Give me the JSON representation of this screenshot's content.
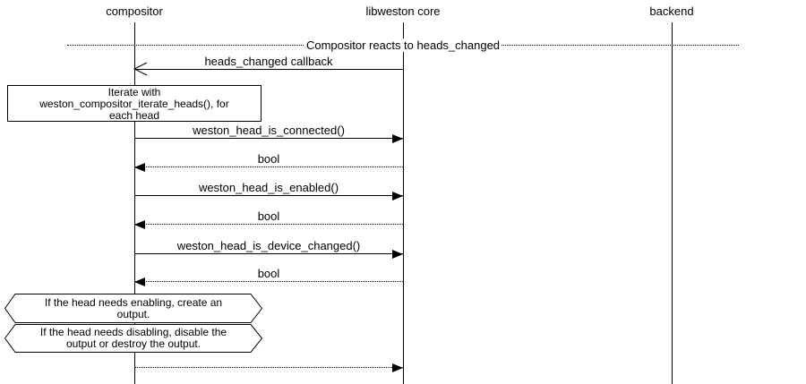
{
  "diagram": {
    "title": "Compositor reacts to heads_changed",
    "participants": [
      {
        "id": "compositor",
        "label": "compositor"
      },
      {
        "id": "libweston-core",
        "label": "libweston core"
      },
      {
        "id": "backend",
        "label": "backend"
      }
    ],
    "divider": {
      "label": "Compositor reacts to heads_changed"
    },
    "note": {
      "lines": [
        "Iterate with",
        "weston_compositor_iterate_heads(), for",
        "each head"
      ]
    },
    "messages": [
      {
        "label": "heads_changed callback",
        "from": "libweston core",
        "to": "compositor",
        "line": "solid",
        "head": "open"
      },
      {
        "label": "weston_head_is_connected()",
        "from": "compositor",
        "to": "libweston core",
        "line": "solid",
        "head": "filled"
      },
      {
        "label": "bool",
        "from": "libweston core",
        "to": "compositor",
        "line": "dotted",
        "head": "filled"
      },
      {
        "label": "weston_head_is_enabled()",
        "from": "compositor",
        "to": "libweston core",
        "line": "solid",
        "head": "filled"
      },
      {
        "label": "bool",
        "from": "libweston core",
        "to": "compositor",
        "line": "dotted",
        "head": "filled"
      },
      {
        "label": "weston_head_is_device_changed()",
        "from": "compositor",
        "to": "libweston core",
        "line": "solid",
        "head": "filled"
      },
      {
        "label": "bool",
        "from": "libweston core",
        "to": "compositor",
        "line": "dotted",
        "head": "filled"
      },
      {
        "label": "",
        "from": "compositor",
        "to": "libweston core",
        "line": "dotted",
        "head": "filled"
      }
    ],
    "conditions": [
      {
        "lines": [
          "If the head needs enabling, create an",
          "output."
        ]
      },
      {
        "lines": [
          "If the head needs disabling, disable the",
          "output or destroy the output."
        ]
      }
    ],
    "colors": {
      "ink": "#000000",
      "background": "#ffffff"
    }
  }
}
